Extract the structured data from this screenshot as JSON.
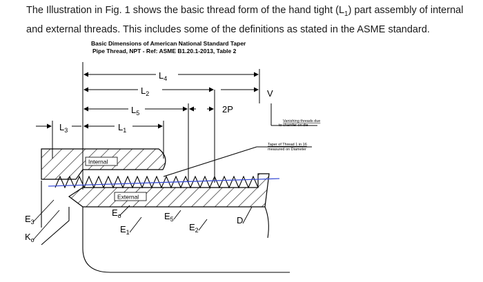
{
  "intro": {
    "part1": "The Illustration in Fig. 1 shows the basic thread form of the hand tight (L",
    "sub": "1",
    "part2": ") part assembly of internal and external threads. This includes some of the definitions as stated in the ASME standard."
  },
  "figure": {
    "title_line1": "Basic Dimensions of American National Standard Taper",
    "title_line2": "Pipe Thread, NPT - Ref: ASME B1.20.1-2013, Table 2",
    "labels": {
      "L4": {
        "main": "L",
        "sub": "4"
      },
      "L2": {
        "main": "L",
        "sub": "2"
      },
      "L5": {
        "main": "L",
        "sub": "5"
      },
      "L1": {
        "main": "L",
        "sub": "1"
      },
      "L3": {
        "main": "L",
        "sub": "3"
      },
      "V": "V",
      "twoP": "2P",
      "E3": {
        "main": "E",
        "sub": "3"
      },
      "K0": {
        "main": "K",
        "sub": "o"
      },
      "E0": {
        "main": "E",
        "sub": "o"
      },
      "E1": {
        "main": "E",
        "sub": "1"
      },
      "E5": {
        "main": "E",
        "sub": "5"
      },
      "E2": {
        "main": "E",
        "sub": "2"
      },
      "D": "D",
      "internal": "Internal",
      "external": "External"
    },
    "notes": {
      "vanishing_line1": "Vanishing threads due",
      "vanishing_line2": "to chamfer on die",
      "taper_line1": "Taper of Thread 1 in 16",
      "taper_line2": "measured on Diameter"
    },
    "colors": {
      "axis_line": "#3b4fd6",
      "ink": "#000000"
    }
  }
}
